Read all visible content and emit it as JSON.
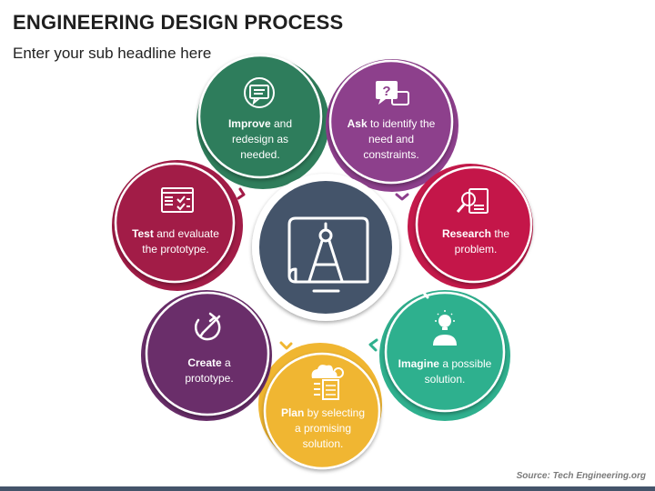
{
  "header": {
    "title": "ENGINEERING DESIGN PROCESS",
    "subtitle": "Enter your sub headline here"
  },
  "footer": {
    "source": "Source: Tech Engineering.org"
  },
  "colors": {
    "improve": "#2f7d5b",
    "ask": "#8d3f8c",
    "research": "#c4194a",
    "imagine": "#2fb08e",
    "plan": "#f0b631",
    "create": "#6a2e6b",
    "test": "#a21c47",
    "center": "#44546a"
  },
  "steps": [
    {
      "id": "improve",
      "bold": "Improve",
      "rest": " and redesign as needed.",
      "icon": "chat-refresh-icon"
    },
    {
      "id": "ask",
      "bold": "Ask",
      "rest": " to identify the need and constraints.",
      "icon": "question-chat-icon"
    },
    {
      "id": "research",
      "bold": "Research",
      "rest": " the problem.",
      "icon": "magnifier-document-icon"
    },
    {
      "id": "imagine",
      "bold": "Imagine",
      "rest": " a possible solution.",
      "icon": "lightbulb-person-icon"
    },
    {
      "id": "plan",
      "bold": "Plan",
      "rest": " by selecting a promising solution.",
      "icon": "cloud-gear-icon"
    },
    {
      "id": "create",
      "bold": "Create",
      "rest": " a prototype.",
      "icon": "pencil-circle-icon"
    },
    {
      "id": "test",
      "bold": "Test",
      "rest": " and evaluate the prototype.",
      "icon": "checklist-icon"
    }
  ],
  "center": {
    "icon": "compass-blueprint-icon"
  }
}
